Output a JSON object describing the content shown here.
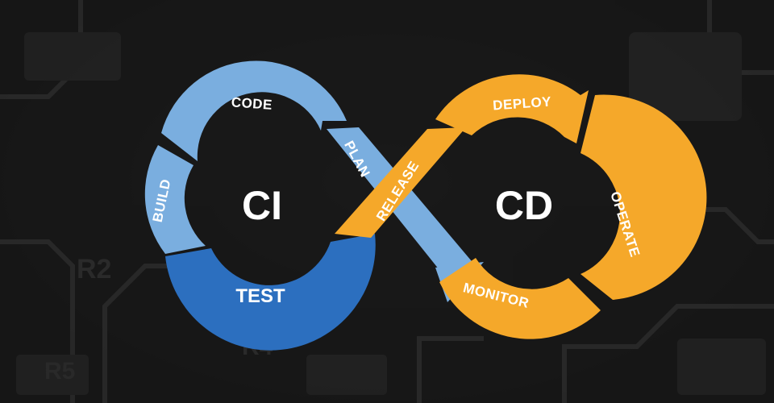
{
  "diagram": {
    "ci_label": "CI",
    "cd_label": "CD",
    "stages": {
      "code": "CODE",
      "build": "BUILD",
      "test": "TEST",
      "plan": "PLAN",
      "release": "RELEASE",
      "deploy": "DEPLOY",
      "operate": "OPERATE",
      "monitor": "MONITOR"
    },
    "colors": {
      "ci_light": "#7aaedf",
      "ci_dark": "#2c6fbf",
      "cd_orange": "#f5a82a",
      "background": "#1a1a1a"
    }
  }
}
